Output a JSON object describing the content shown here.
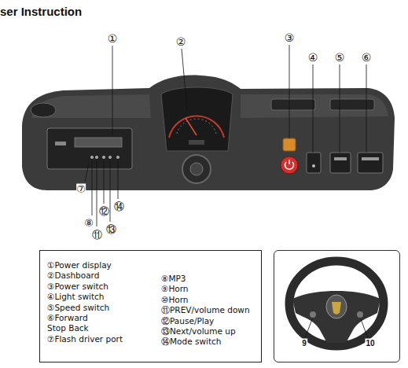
{
  "diagram": {
    "title": "ser Instruction",
    "nodes": [
      {
        "text": [
          "①Power display",
          "②Dashboard",
          "③Power switch",
          "④Light switch",
          "⑤Speed switch",
          "⑥Forward Stop Back",
          "⑦Flash driver port",
          "⑧MP3",
          "⑨Horn",
          "⑩Horn",
          "⑪PREV/volume down",
          "⑫Pause/Play",
          "⑬Next/volume up",
          "⑭Mode switch"
        ]
      },
      {
        "text": [
          "9",
          "10"
        ]
      }
    ],
    "labels": [
      "①",
      "②",
      "③",
      "④",
      "⑤",
      "⑥",
      "⑦",
      "⑧",
      "⑪",
      "⑫",
      "⑬",
      "⑭"
    ]
  }
}
